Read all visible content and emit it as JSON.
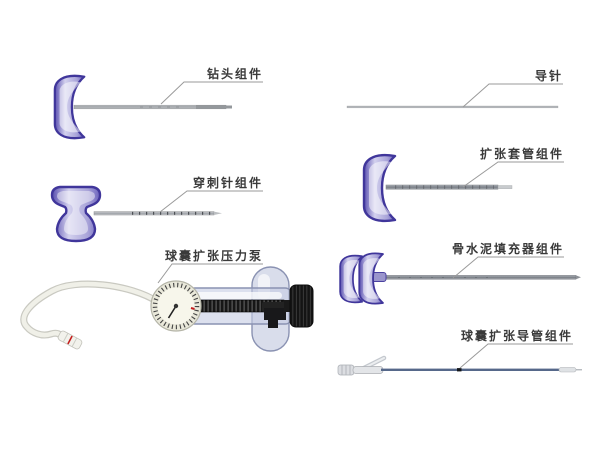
{
  "page": {
    "background": "#ffffff",
    "description_note": ""
  },
  "colors": {
    "label-text": "#3a3a3a",
    "leader-line": "#9a9a9a",
    "handle-purple": "#40369b",
    "handle-fill-light": "#cfcdeb",
    "shaft-metal": "#a8abaf",
    "shaft-steel-dark": "#82868d",
    "catheter-blue": "#56688a",
    "gauge-face": "#f7f6eb",
    "pump-body-translucent": "#c5ccdf",
    "knob-black": "#161616",
    "tube-white": "#f0f0e8",
    "connector-red-mark": "#c41e1e"
  },
  "components": [
    {
      "id": "drill-bit",
      "label": "钻头组件"
    },
    {
      "id": "guide-needle",
      "label": "导针"
    },
    {
      "id": "puncture-needle",
      "label": "穿刺针组件"
    },
    {
      "id": "dilation-cannula",
      "label": "扩张套管组件"
    },
    {
      "id": "balloon-pump",
      "label": "球囊扩张压力泵"
    },
    {
      "id": "cement-filler",
      "label": "骨水泥填充器组件"
    },
    {
      "id": "balloon-catheter",
      "label": "球囊扩张导管组件"
    }
  ]
}
